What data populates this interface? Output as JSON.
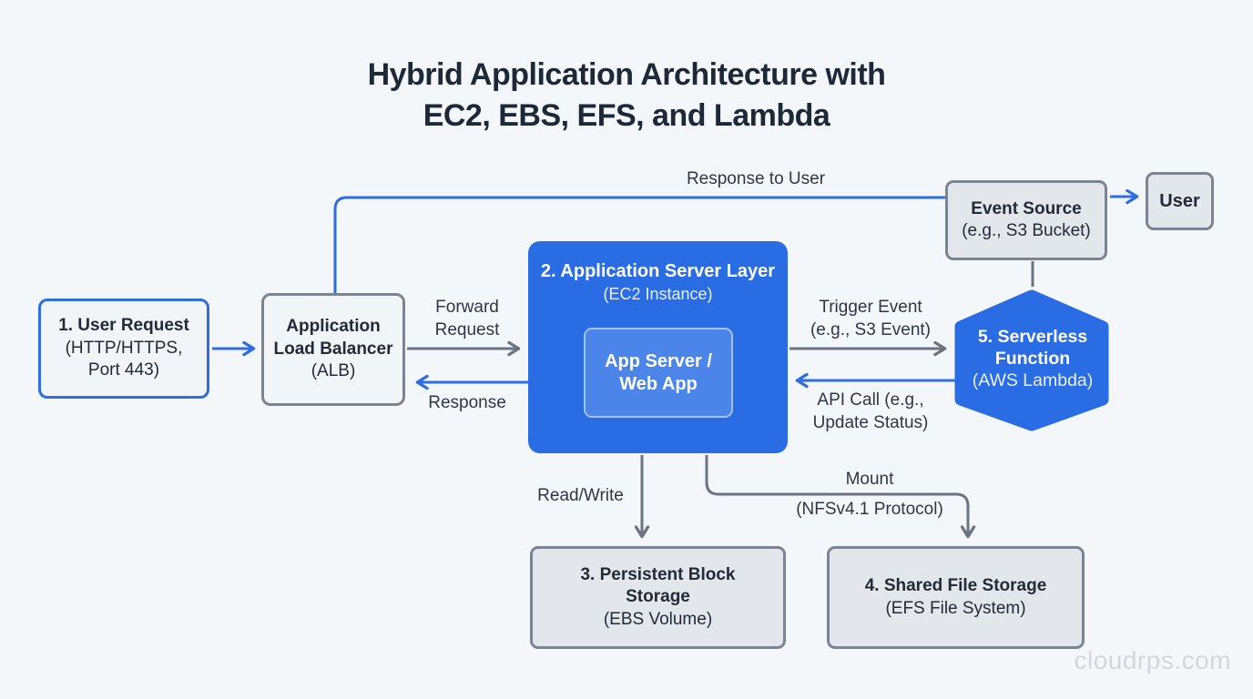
{
  "title": {
    "line1": "Hybrid Application Architecture with",
    "line2": "EC2, EBS, EFS, and Lambda"
  },
  "nodes": {
    "user_request": {
      "line1": "1. User Request",
      "line2": "(HTTP/HTTPS,",
      "line3": "Port 443)"
    },
    "alb": {
      "line1": "Application",
      "line2": "Load Balancer",
      "line3": "(ALB)"
    },
    "app_layer": {
      "line1": "2. Application Server Layer",
      "line2": "(EC2 Instance)",
      "inner_line1": "App Server /",
      "inner_line2": "Web App"
    },
    "ebs": {
      "line1": "3. Persistent Block",
      "line2": "Storage",
      "line3": "(EBS Volume)"
    },
    "efs": {
      "line1": "4. Shared File Storage",
      "line2": "(EFS File System)"
    },
    "lambda": {
      "line1": "5. Serverless",
      "line2": "Function",
      "line3": "(AWS Lambda)"
    },
    "event_source": {
      "line1": "Event Source",
      "line2": "(e.g., S3 Bucket)"
    },
    "user": {
      "line1": "User"
    }
  },
  "edges": {
    "response_to_user": "Response to User",
    "forward_request_line1": "Forward",
    "forward_request_line2": "Request",
    "response": "Response",
    "trigger_event_line1": "Trigger Event",
    "trigger_event_line2": "(e.g., S3 Event)",
    "api_call_line1": "API Call (e.g.,",
    "api_call_line2": "Update Status)",
    "read_write": "Read/Write",
    "mount_line1": "Mount",
    "mount_line2": "(NFSv4.1 Protocol)"
  },
  "watermark": "cloudrps.com",
  "colors": {
    "accent_blue": "#2e6ee2",
    "node_blue_fill": "#2a6ce3",
    "inner_blue_fill": "#4c85ea",
    "inner_blue_border": "#a3c2f4",
    "gray_line": "#6b747f",
    "gray_border": "#7c858f",
    "gray_fill": "#e3e6ea",
    "light_fill": "#f1f5f8",
    "background": "#f4f7f9",
    "title_text": "#1e2836",
    "label_text": "#2e3744",
    "watermark_text": "#d2d6db"
  }
}
